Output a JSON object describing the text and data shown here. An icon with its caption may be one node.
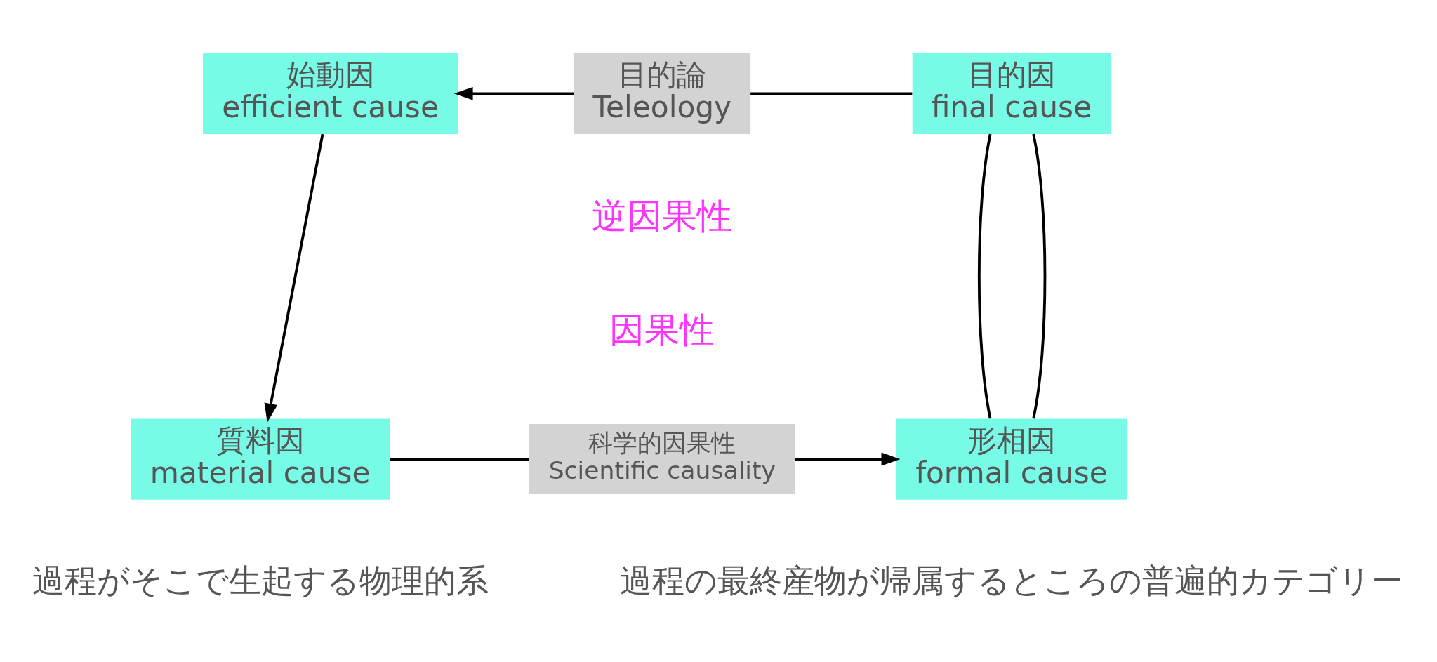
{
  "diagram": {
    "nodes": [
      {
        "text": [
          "始動因",
          "efficient cause"
        ]
      },
      {
        "text": [
          "目的論",
          "Teleology"
        ]
      },
      {
        "text": [
          "目的因",
          "final cause"
        ]
      },
      {
        "text": [
          "質料因",
          "material cause"
        ],
        "beside": [
          "過程がそこで生起する物理的系"
        ]
      },
      {
        "text": [
          "科学的因果性",
          "Scientific causality"
        ]
      },
      {
        "text": [
          "形相因",
          "formal cause"
        ],
        "beside": [
          "過程の最終産物が帰属するところの普遍的カテゴリー"
        ]
      }
    ],
    "edges": [
      {
        "from": 2,
        "to": 1,
        "arrow": "none"
      },
      {
        "from": 1,
        "to": 0,
        "arrow": "to"
      },
      {
        "from": 0,
        "to": 3,
        "arrow": "to"
      },
      {
        "from": 3,
        "to": 4,
        "arrow": "none"
      },
      {
        "from": 4,
        "to": 5,
        "arrow": "to"
      },
      {
        "from": 2,
        "to": 5,
        "arrow": "none"
      },
      {
        "from": 2,
        "to": 5,
        "arrow": "none"
      }
    ],
    "labels": [
      "逆因果性",
      "因果性"
    ]
  }
}
